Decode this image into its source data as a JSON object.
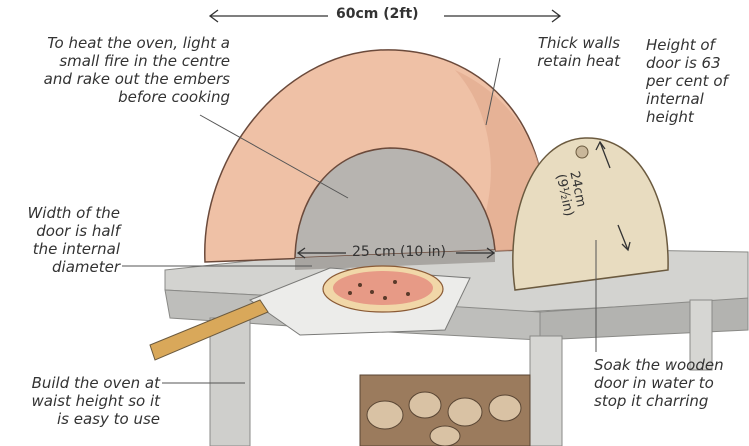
{
  "dimensions": {
    "width_label": "60cm (2ft)",
    "door_width_label": "25 cm (10 in)",
    "door_height_label": [
      "24cm",
      "(9½in)"
    ]
  },
  "annotations": {
    "heat": [
      "To heat the oven, light a",
      "small fire in the centre",
      "and rake out the embers",
      "before cooking"
    ],
    "walls": [
      "Thick walls",
      "retain heat"
    ],
    "door_height": [
      "Height of",
      "door is 63",
      "per cent of",
      "internal",
      "height"
    ],
    "door_width": [
      "Width of the",
      "door is half",
      "the internal",
      "diameter"
    ],
    "waist": [
      "Build the oven at",
      "waist height so it",
      "is easy to use"
    ],
    "soak": [
      "Soak the wooden",
      "door in water to",
      "stop it charring"
    ]
  },
  "colors": {
    "dome": "#efc1a6",
    "dome_shadow": "#d9a088",
    "mouth": "#b9b6b3",
    "door": "#e8dcc0",
    "stone": "#c9c9c6",
    "stone_dark": "#a6a6a3",
    "peel_handle": "#d9a85a",
    "log": "#b08f6e"
  }
}
